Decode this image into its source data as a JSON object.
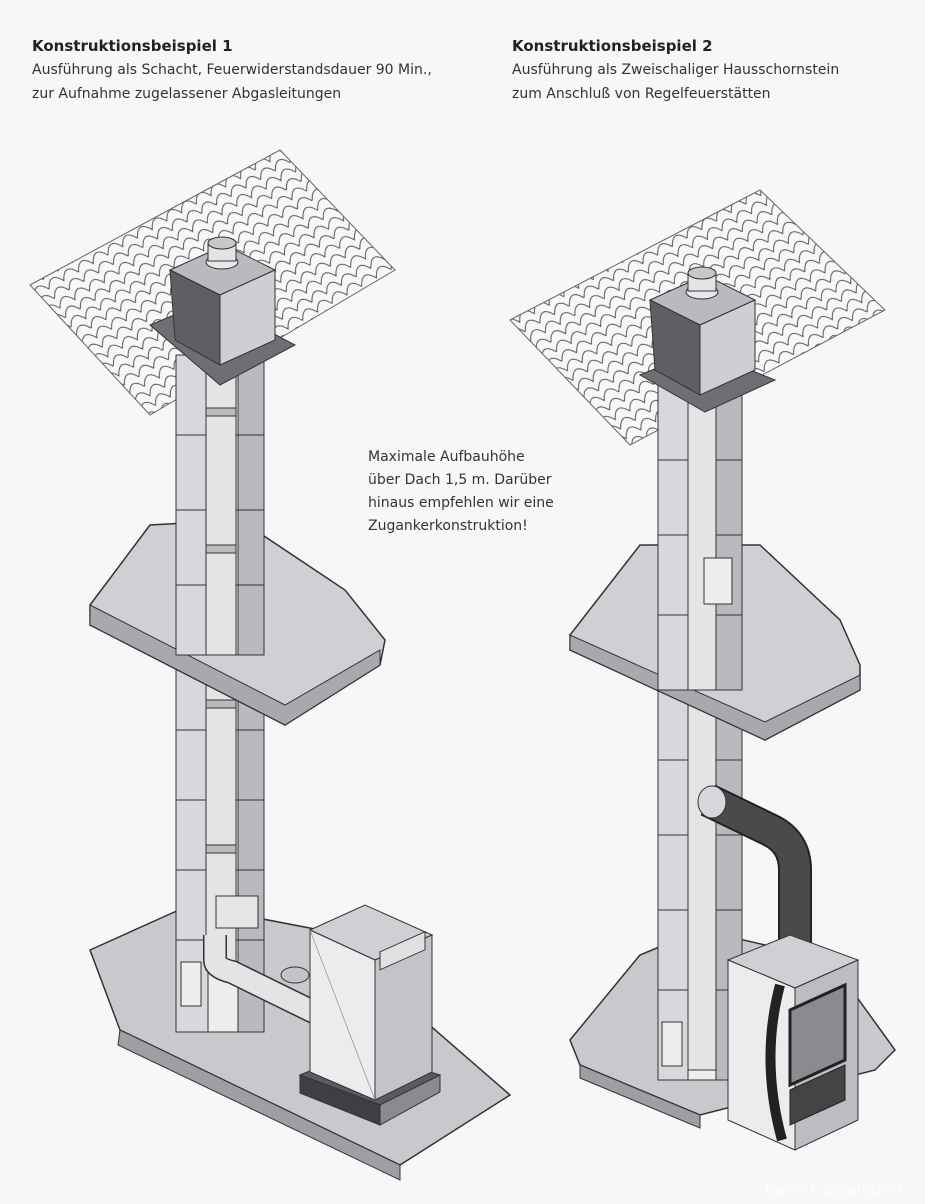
{
  "example1": {
    "title": "Konstruktionsbeispiel 1",
    "line1": "Ausführung als Schacht, Feuerwiderstandsdauer 90 Min.,",
    "line2": "zur Aufnahme zugelassener Abgasleitungen"
  },
  "example2": {
    "title": "Konstruktionsbeispiel 2",
    "line1": "Ausführung als Zweischaliger Hausschornstein",
    "line2": "zum Anschluß von Regelfeuerstätten"
  },
  "note": {
    "line1": "Maximale Aufbauhöhe",
    "line2": "über Dach 1,5 m. Darüber",
    "line3": "hinaus empfehlen wir eine",
    "line4": "Zugankerkonstruktion!"
  },
  "watermark": "Kamin & Solartechnik",
  "colors": {
    "stone": "#d8d8dc",
    "stone_dark": "#a9a9b1",
    "floor": "#c9c9cd",
    "pipe": "#e4e4e6",
    "pipe_dark": "#4a4a4a",
    "line": "#333333"
  }
}
